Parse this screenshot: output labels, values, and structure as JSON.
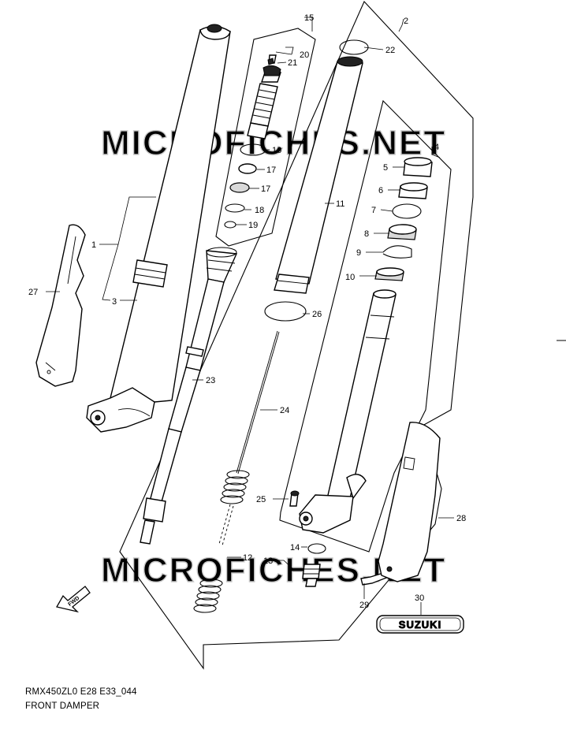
{
  "diagram": {
    "watermark": "MICROFICHES.NET",
    "model_code": "RMX450ZL0 E28 E33_044",
    "section_title": "FRONT DAMPER",
    "fwd_label": "FWD",
    "brand_emblem_text": "SUZUKI",
    "callouts": [
      "1",
      "2",
      "3",
      "4",
      "5",
      "6",
      "7",
      "8",
      "9",
      "10",
      "11",
      "12",
      "13",
      "14",
      "15",
      "16",
      "17",
      "17",
      "18",
      "19",
      "20",
      "21",
      "22",
      "23",
      "24",
      "25",
      "26",
      "27",
      "28",
      "29",
      "30"
    ]
  }
}
